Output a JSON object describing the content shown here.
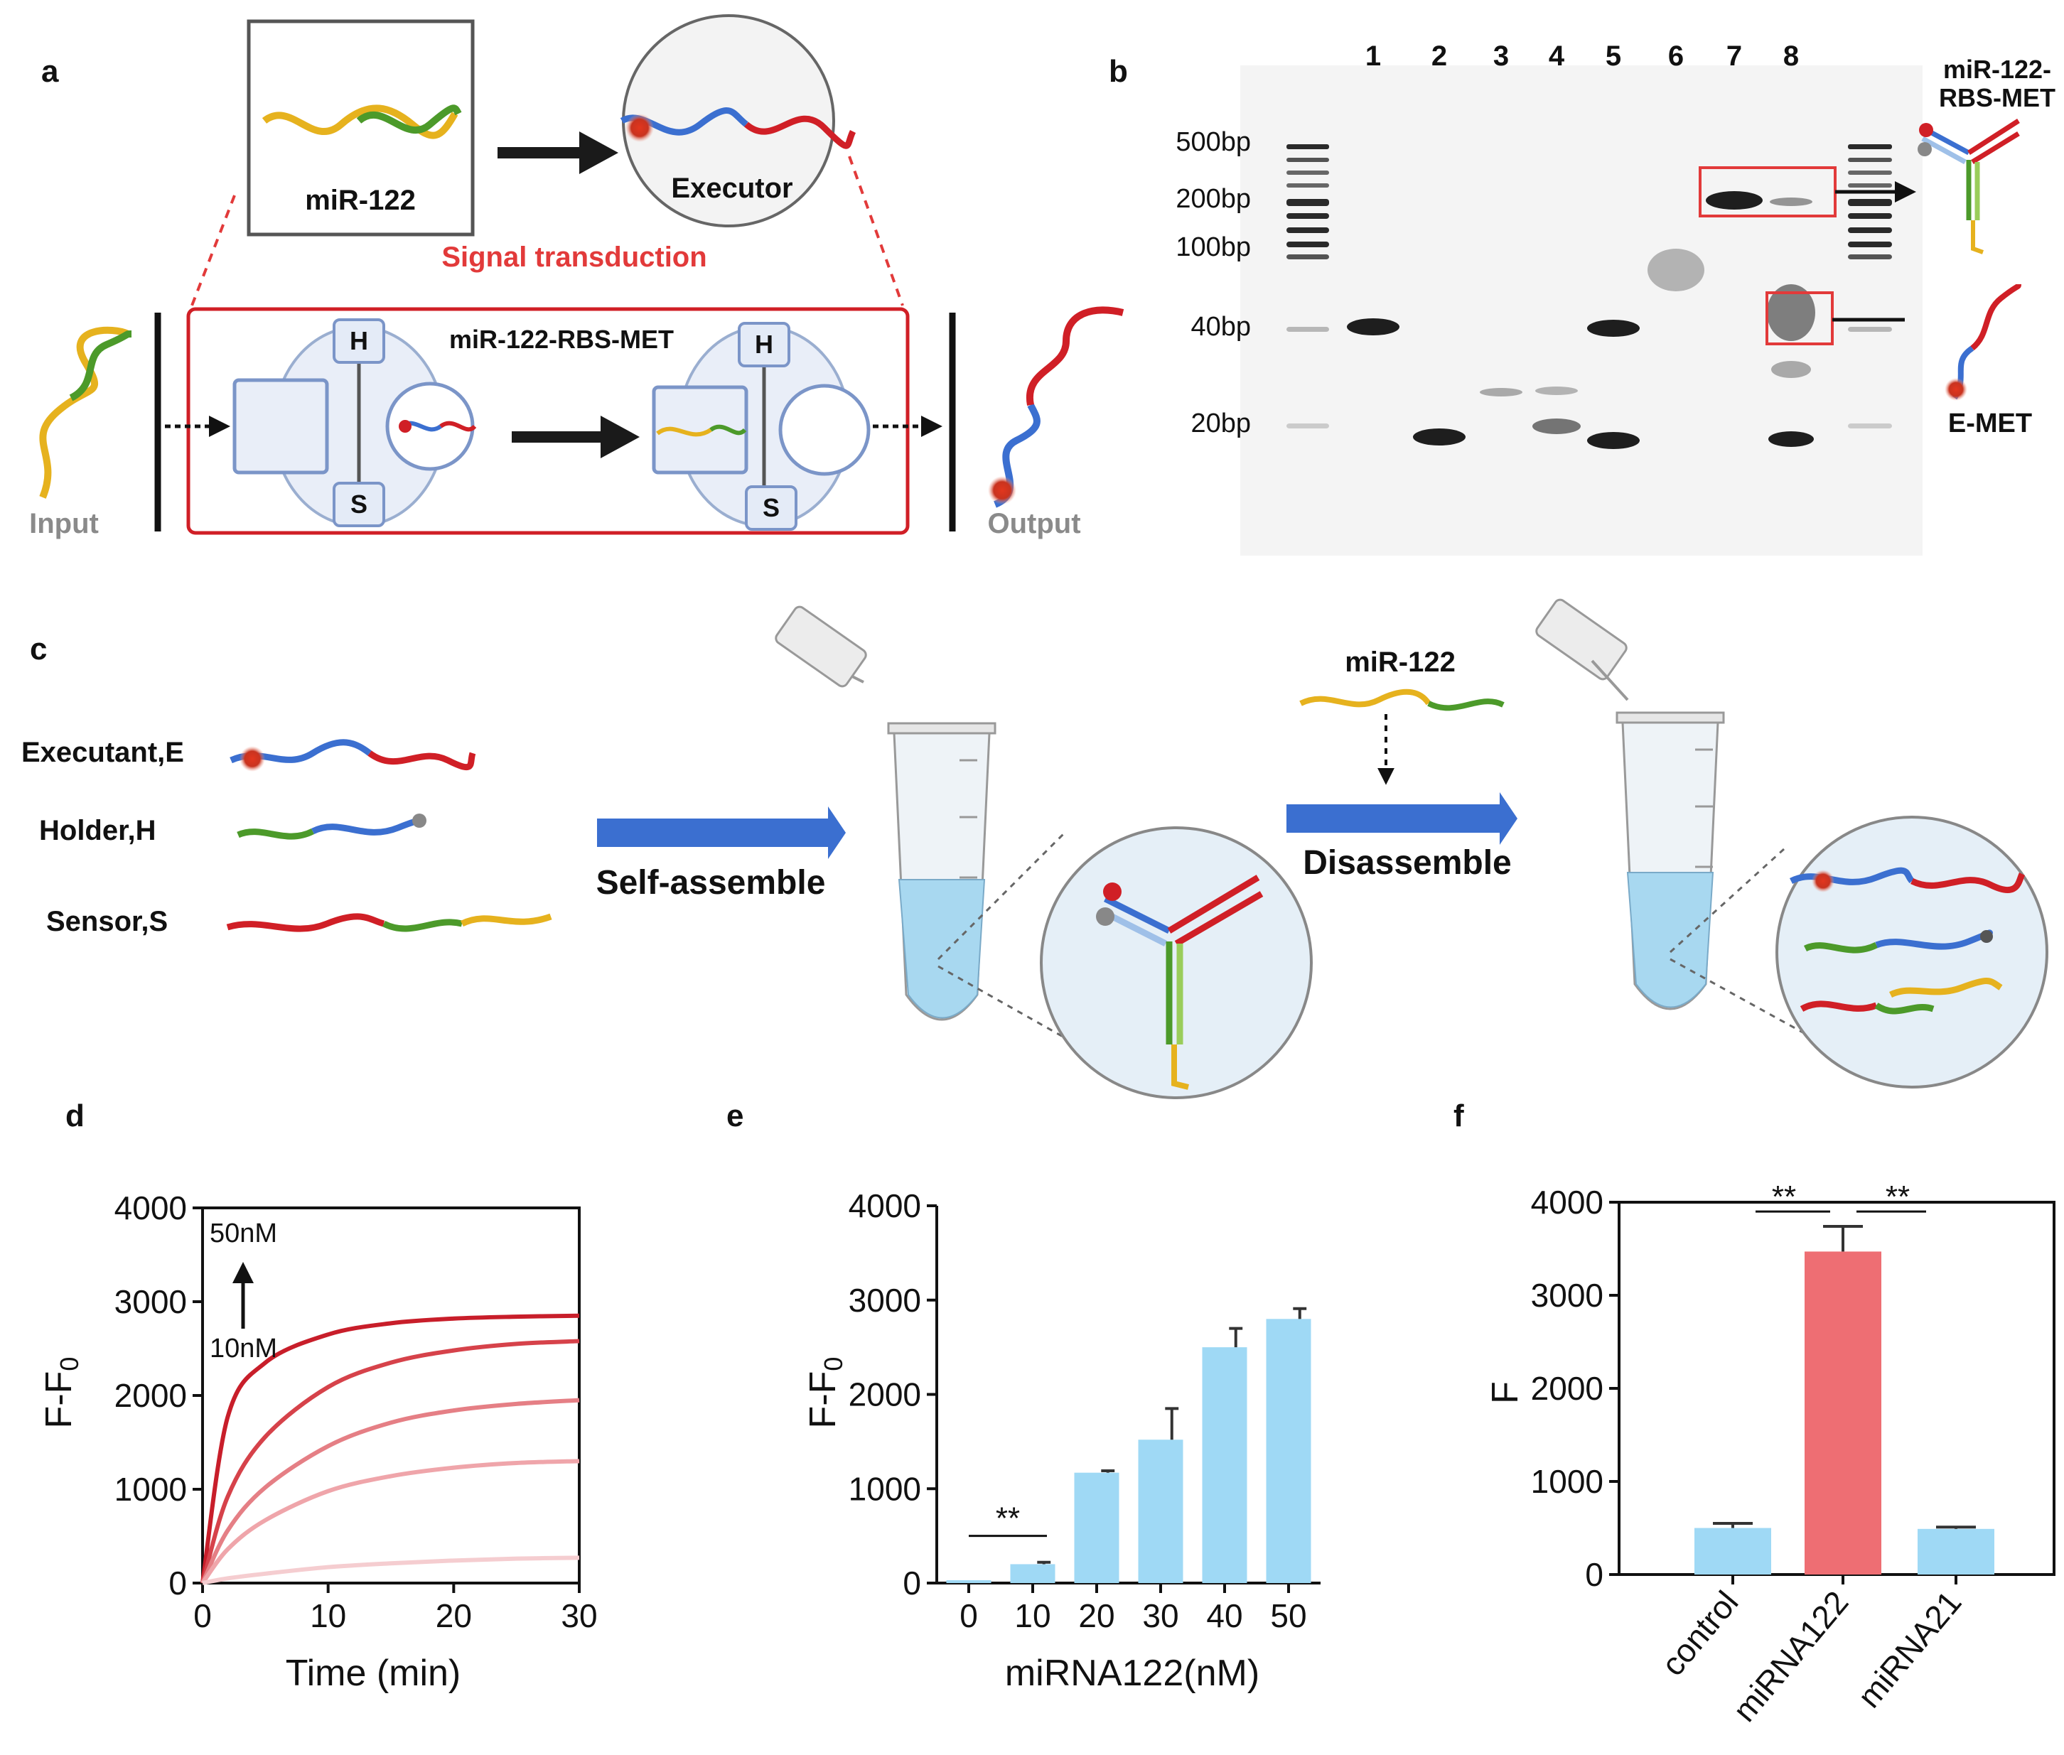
{
  "panel_letters": {
    "a": "a",
    "b": "b",
    "c": "c",
    "d": "d",
    "e": "e",
    "f": "f"
  },
  "panel_a": {
    "input_label": "miR-122",
    "output_label": "Executor",
    "transduction_label": "Signal transduction",
    "device_label": "miR-122-RBS-MET",
    "holder_short": "H",
    "sensor_short": "S",
    "left_label": "Input",
    "right_label": "Output"
  },
  "panel_b": {
    "lane_numbers": [
      "1",
      "2",
      "3",
      "4",
      "5",
      "6",
      "7",
      "8"
    ],
    "ladder_labels": [
      "500bp",
      "200bp",
      "100bp",
      "40bp",
      "20bp"
    ],
    "complex_label_line1": "miR-122-",
    "complex_label_line2": "RBS-MET",
    "emet_label": "E-MET"
  },
  "panel_c": {
    "strands": [
      "Executant,E",
      "Holder,H",
      "Sensor,S"
    ],
    "step1": "Self-assemble",
    "step2": "Disassemble",
    "trigger": "miR-122"
  },
  "colors": {
    "red": "#d01f26",
    "blue": "#3b6fd0",
    "green": "#4c9a2a",
    "yellow": "#e6b21e",
    "bar_blue": "#9fd9f5",
    "bar_red": "#ee6e73"
  },
  "chart_data": [
    {
      "type": "line",
      "panel": "d",
      "xlabel": "Time (min)",
      "ylabel": "F-F0",
      "xlim": [
        0,
        30
      ],
      "ylim": [
        0,
        4000
      ],
      "xticks": [
        0,
        10,
        20,
        30
      ],
      "yticks": [
        0,
        1000,
        2000,
        3000,
        4000
      ],
      "annotation_top": "50nM",
      "annotation_bottom": "10nM",
      "series": [
        {
          "x": [
            0,
            2,
            5,
            10,
            15,
            20,
            25,
            30
          ],
          "y": [
            0,
            1770,
            2350,
            2650,
            2770,
            2820,
            2840,
            2850
          ],
          "color": "#c81e2a"
        },
        {
          "x": [
            0,
            2,
            5,
            10,
            15,
            20,
            25,
            30
          ],
          "y": [
            0,
            920,
            1560,
            2090,
            2350,
            2480,
            2550,
            2580
          ],
          "color": "#d6424a"
        },
        {
          "x": [
            0,
            2,
            5,
            10,
            15,
            20,
            25,
            30
          ],
          "y": [
            0,
            560,
            1020,
            1460,
            1710,
            1840,
            1910,
            1950
          ],
          "color": "#e57f85"
        },
        {
          "x": [
            0,
            2,
            5,
            10,
            15,
            20,
            25,
            30
          ],
          "y": [
            0,
            360,
            670,
            980,
            1140,
            1230,
            1280,
            1300
          ],
          "color": "#efa5aa"
        },
        {
          "x": [
            0,
            2,
            5,
            10,
            15,
            20,
            25,
            30
          ],
          "y": [
            0,
            50,
            100,
            170,
            210,
            240,
            260,
            270
          ],
          "color": "#f5cdd0"
        }
      ]
    },
    {
      "type": "bar",
      "panel": "e",
      "xlabel": "miRNA122(nM)",
      "ylabel": "F-F0",
      "ylim": [
        0,
        4000
      ],
      "yticks": [
        0,
        1000,
        2000,
        3000,
        4000
      ],
      "categories": [
        "0",
        "10",
        "20",
        "30",
        "40",
        "50"
      ],
      "values": [
        30,
        200,
        1170,
        1520,
        2500,
        2800
      ],
      "errors": [
        0,
        20,
        20,
        330,
        200,
        110
      ],
      "significance": "**"
    },
    {
      "type": "bar",
      "panel": "f",
      "xlabel": "",
      "ylabel": "F",
      "ylim": [
        0,
        4000
      ],
      "yticks": [
        0,
        1000,
        2000,
        3000,
        4000
      ],
      "categories": [
        "control",
        "miRNA122",
        "miRNA21"
      ],
      "values": [
        500,
        3470,
        490
      ],
      "errors": [
        50,
        270,
        20
      ],
      "colors": [
        "#9fd9f5",
        "#ee6e73",
        "#9fd9f5"
      ],
      "significance": "**"
    }
  ]
}
